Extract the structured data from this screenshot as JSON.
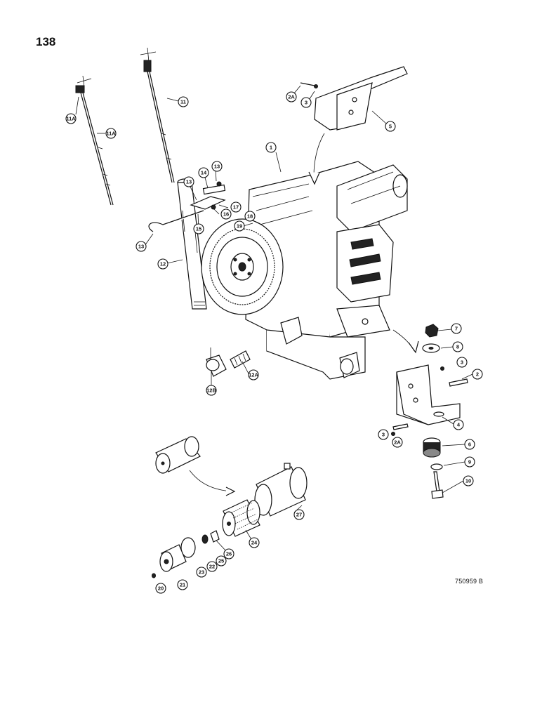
{
  "page_number": "138",
  "drawing_code": "750959 B",
  "callouts": [
    {
      "label": "1"
    },
    {
      "label": "2A"
    },
    {
      "label": "3"
    },
    {
      "label": "5"
    },
    {
      "label": "11A"
    },
    {
      "label": "11A"
    },
    {
      "label": "11"
    },
    {
      "label": "14"
    },
    {
      "label": "13"
    },
    {
      "label": "13"
    },
    {
      "label": "17"
    },
    {
      "label": "16"
    },
    {
      "label": "15"
    },
    {
      "label": "18"
    },
    {
      "label": "19"
    },
    {
      "label": "13"
    },
    {
      "label": "12"
    },
    {
      "label": "12B"
    },
    {
      "label": "12A"
    },
    {
      "label": "7"
    },
    {
      "label": "8"
    },
    {
      "label": "3"
    },
    {
      "label": "2"
    },
    {
      "label": "4"
    },
    {
      "label": "3"
    },
    {
      "label": "2A"
    },
    {
      "label": "6"
    },
    {
      "label": "9"
    },
    {
      "label": "10"
    },
    {
      "label": "27"
    },
    {
      "label": "24"
    },
    {
      "label": "26"
    },
    {
      "label": "25"
    },
    {
      "label": "22"
    },
    {
      "label": "23"
    },
    {
      "label": "21"
    },
    {
      "label": "20"
    }
  ]
}
